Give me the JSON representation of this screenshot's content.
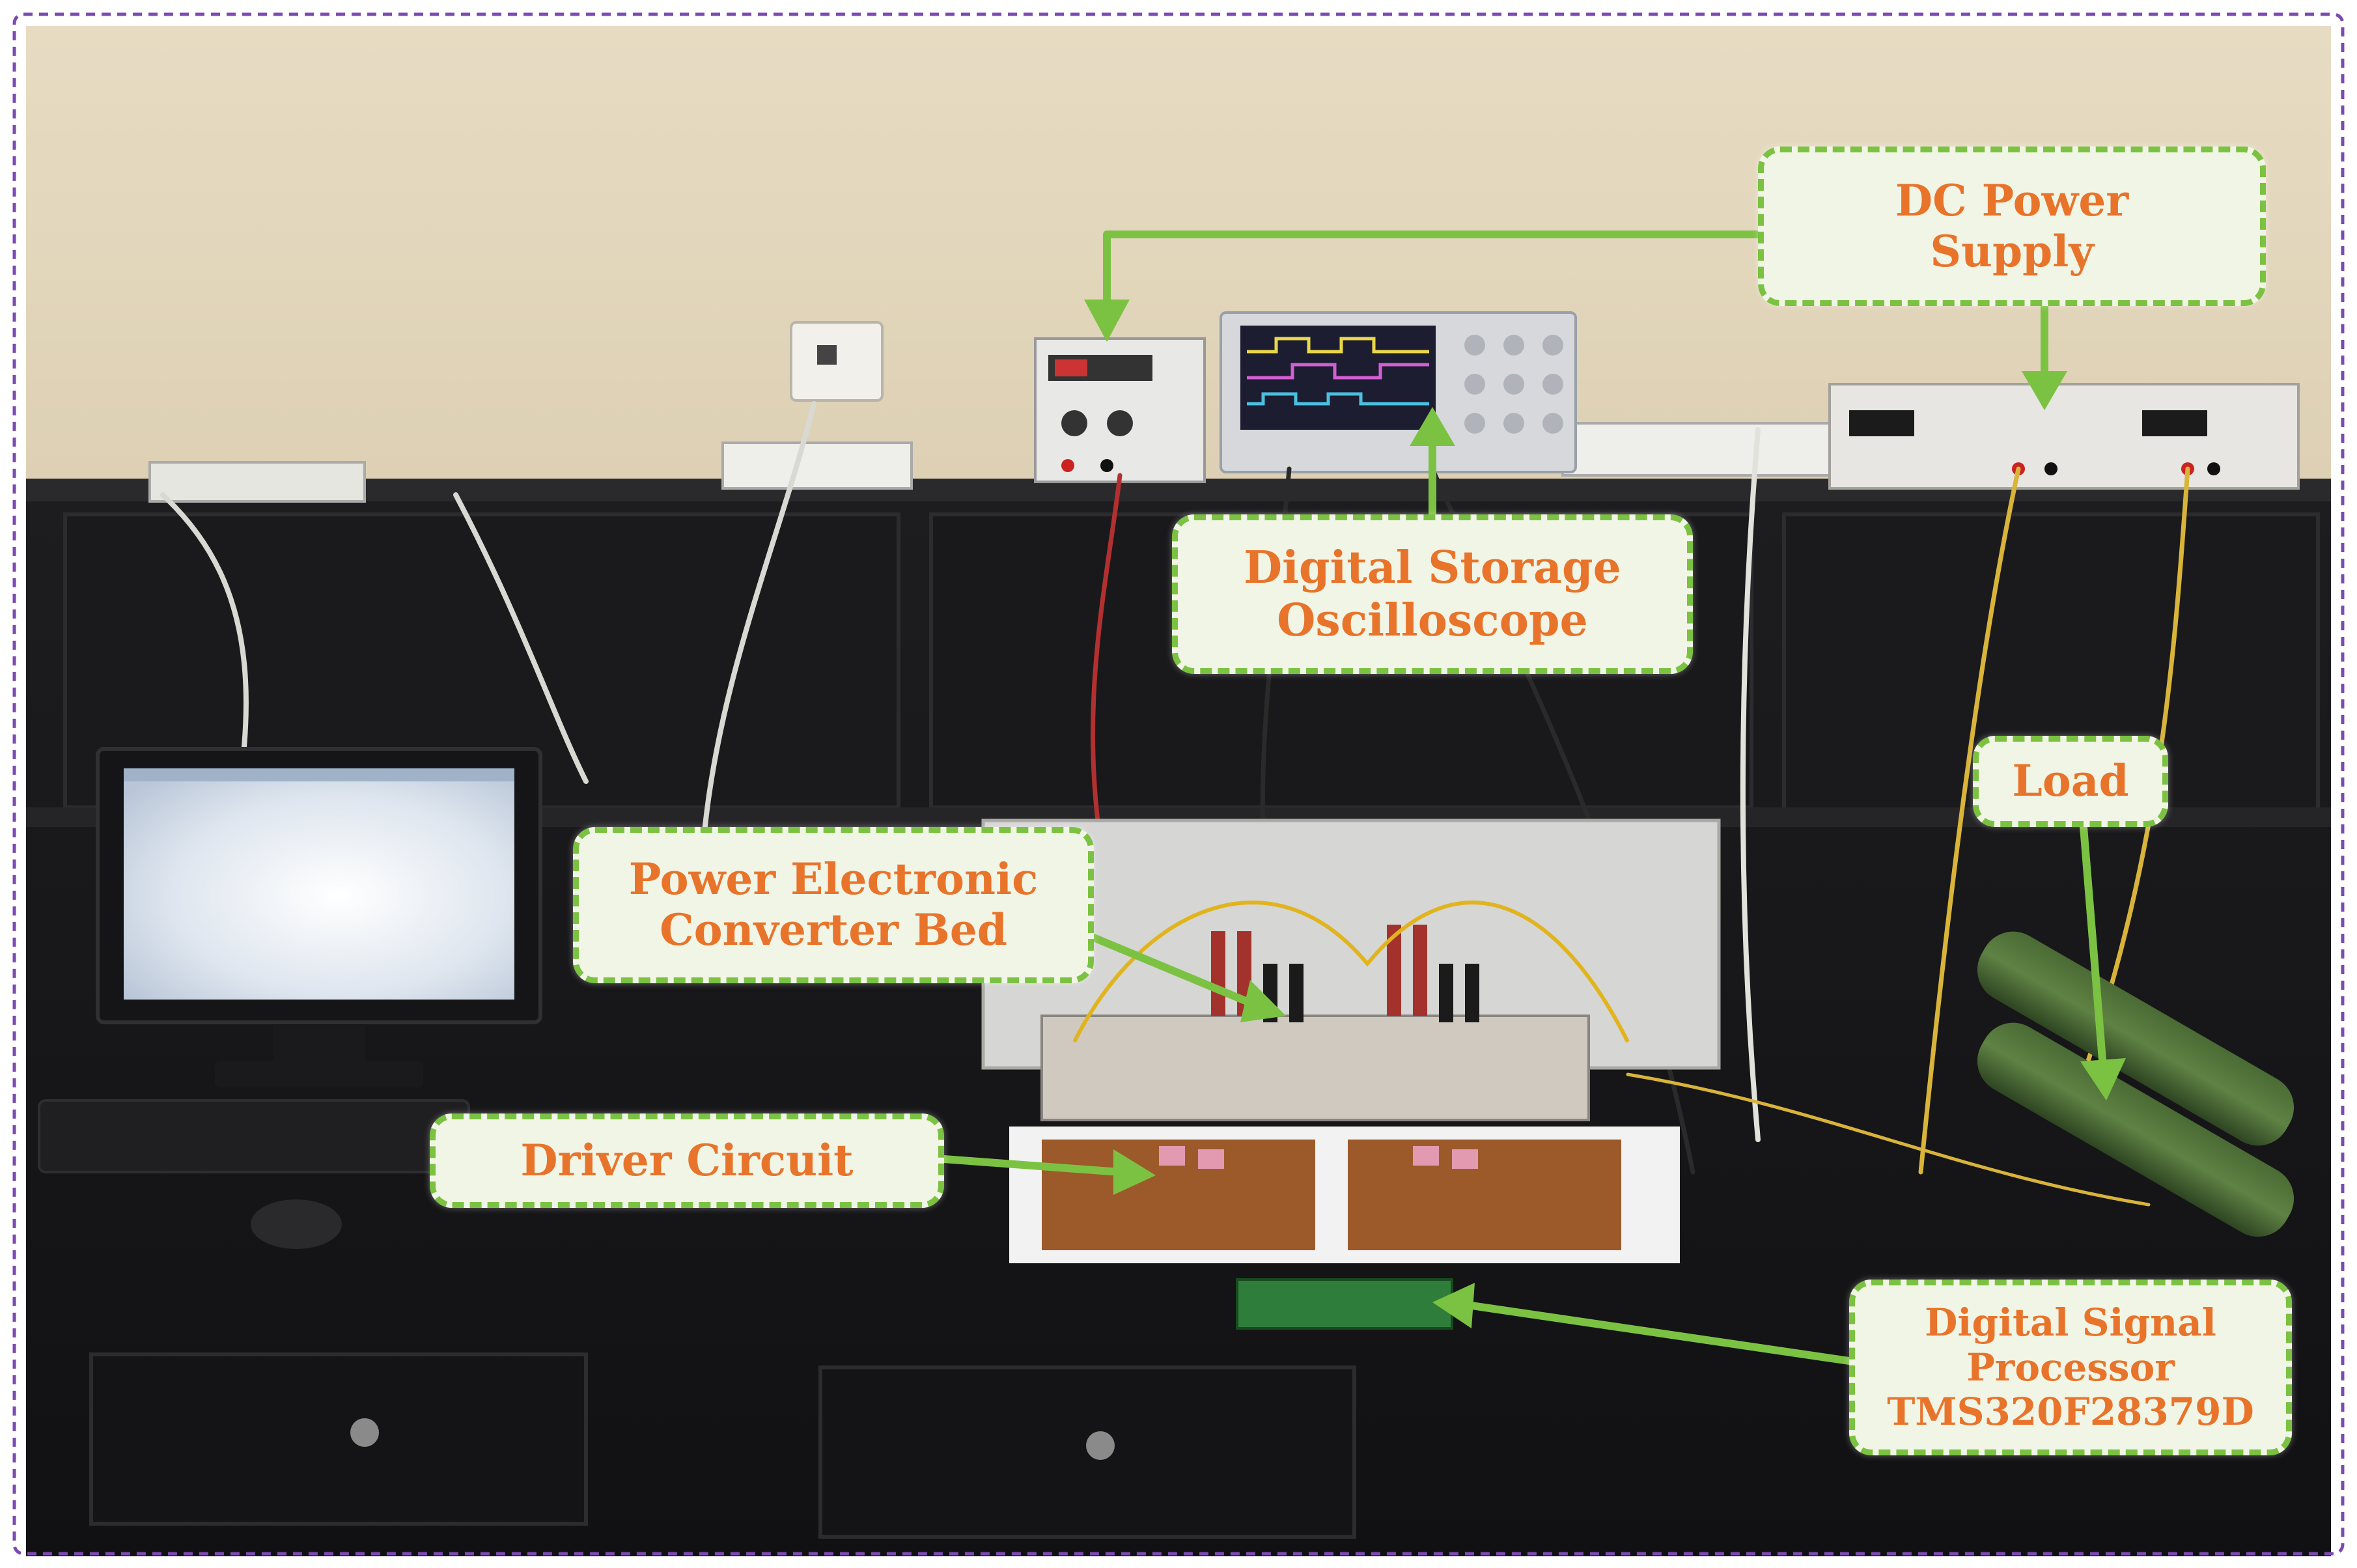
{
  "figure": {
    "photo_subject": "laboratory-test-bench",
    "label_color": "#e8742b",
    "callout_fill": "#f1f5e6",
    "callout_border_color": "#7cc242",
    "frame_border_color": "#7b4bb0",
    "arrow_color": "#7cc242"
  },
  "callouts": {
    "dc_power_supply": {
      "line1": "DC Power",
      "line2": "Supply"
    },
    "digital_storage_oscilloscope": {
      "line1": "Digital Storage",
      "line2": "Oscilloscope"
    },
    "power_electronic_converter_bed": {
      "line1": "Power Electronic",
      "line2": "Converter Bed"
    },
    "load": {
      "line1": "Load"
    },
    "driver_circuit": {
      "line1": "Driver Circuit"
    },
    "digital_signal_processor": {
      "line1": "Digital Signal",
      "line2": "Processor",
      "line3": "TMS320F28379D"
    }
  }
}
